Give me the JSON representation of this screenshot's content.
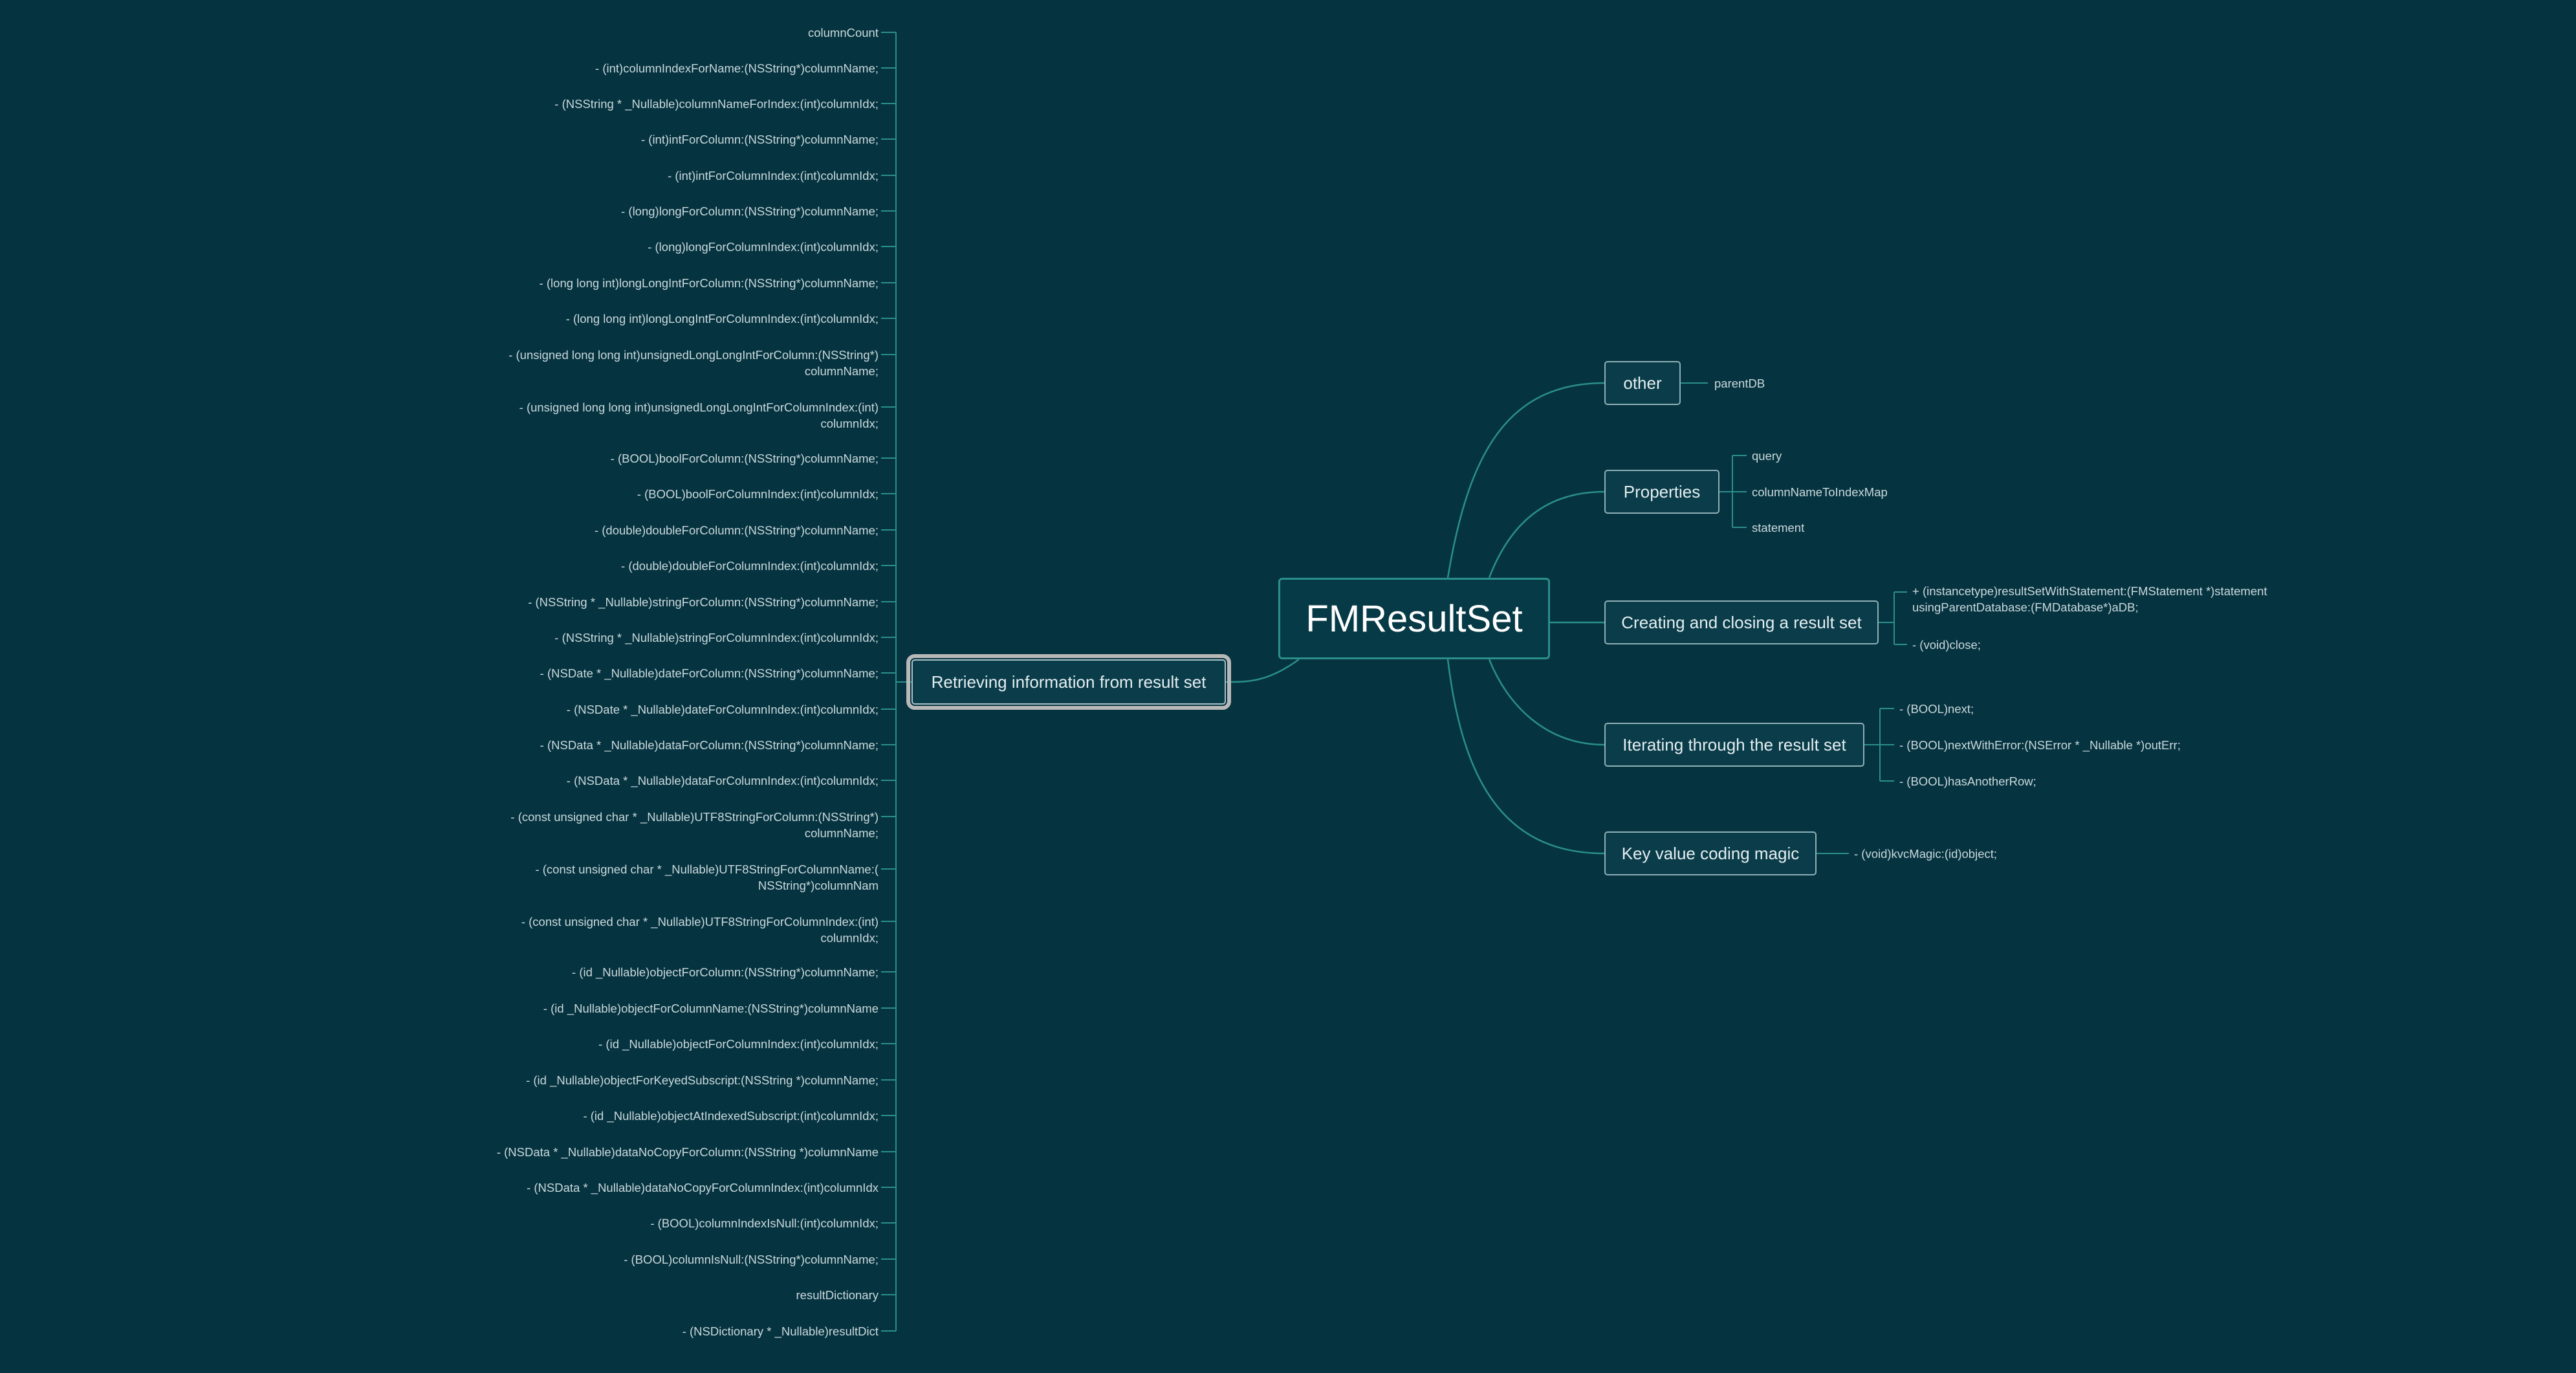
{
  "central": {
    "title": "FMResultSet"
  },
  "branches": {
    "retrieving": {
      "label": "Retrieving information from result set",
      "items": [
        "columnCount",
        "- (int)columnIndexForName:(NSString*)columnName;",
        "- (NSString * _Nullable)columnNameForIndex:(int)columnIdx;",
        "- (int)intForColumn:(NSString*)columnName;",
        "- (int)intForColumnIndex:(int)columnIdx;",
        "- (long)longForColumn:(NSString*)columnName;",
        "- (long)longForColumnIndex:(int)columnIdx;",
        "- (long long int)longLongIntForColumn:(NSString*)columnName;",
        "- (long long int)longLongIntForColumnIndex:(int)columnIdx;",
        "- (unsigned long long int)unsignedLongLongIntForColumn:(NSString*)\ncolumnName;",
        "- (unsigned long long int)unsignedLongLongIntForColumnIndex:(int)\ncolumnIdx;",
        "- (BOOL)boolForColumn:(NSString*)columnName;",
        "- (BOOL)boolForColumnIndex:(int)columnIdx;",
        "- (double)doubleForColumn:(NSString*)columnName;",
        "- (double)doubleForColumnIndex:(int)columnIdx;",
        "- (NSString * _Nullable)stringForColumn:(NSString*)columnName;",
        "- (NSString * _Nullable)stringForColumnIndex:(int)columnIdx;",
        "- (NSDate * _Nullable)dateForColumn:(NSString*)columnName;",
        "- (NSDate * _Nullable)dateForColumnIndex:(int)columnIdx;",
        "- (NSData * _Nullable)dataForColumn:(NSString*)columnName;",
        "- (NSData * _Nullable)dataForColumnIndex:(int)columnIdx;",
        "- (const unsigned char * _Nullable)UTF8StringForColumn:(NSString*)\ncolumnName;",
        "- (const unsigned char * _Nullable)UTF8StringForColumnName:(\nNSString*)columnNam",
        "- (const unsigned char * _Nullable)UTF8StringForColumnIndex:(int)\ncolumnIdx;",
        "- (id _Nullable)objectForColumn:(NSString*)columnName;",
        "- (id _Nullable)objectForColumnName:(NSString*)columnName",
        "- (id _Nullable)objectForColumnIndex:(int)columnIdx;",
        "- (id _Nullable)objectForKeyedSubscript:(NSString *)columnName;",
        "- (id _Nullable)objectAtIndexedSubscript:(int)columnIdx;",
        "- (NSData * _Nullable)dataNoCopyForColumn:(NSString *)columnName",
        "- (NSData * _Nullable)dataNoCopyForColumnIndex:(int)columnIdx",
        "- (BOOL)columnIndexIsNull:(int)columnIdx;",
        "- (BOOL)columnIsNull:(NSString*)columnName;",
        "resultDictionary",
        "- (NSDictionary * _Nullable)resultDict"
      ]
    },
    "other": {
      "label": "other",
      "items": [
        "parentDB"
      ]
    },
    "properties": {
      "label": "Properties",
      "items": [
        "query",
        "columnNameToIndexMap",
        "statement"
      ]
    },
    "creating": {
      "label": "Creating and closing a result set",
      "items": [
        "+ (instancetype)resultSetWithStatement:(FMStatement *)statement\nusingParentDatabase:(FMDatabase*)aDB;",
        "- (void)close;"
      ]
    },
    "iterating": {
      "label": "Iterating through the result set",
      "items": [
        "- (BOOL)next;",
        "- (BOOL)nextWithError:(NSError * _Nullable *)outErr;",
        "- (BOOL)hasAnotherRow;"
      ]
    },
    "kvc": {
      "label": "Key value coding magic",
      "items": [
        "- (void)kvcMagic:(id)object;"
      ]
    }
  },
  "colors": {
    "background": "#063340",
    "connector": "#2a8f8a",
    "leaf_text": "#c9d9dc",
    "topic_border": "#8fb0b6"
  }
}
